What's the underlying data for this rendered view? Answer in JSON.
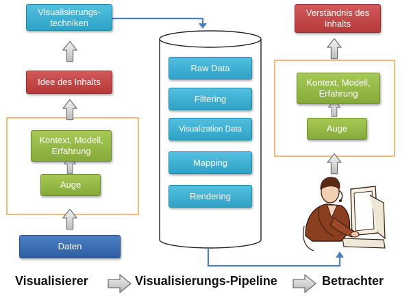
{
  "left": {
    "top_box": "Visualisierungs-\ntechniken",
    "idea_box": "Idee des Inhalts",
    "context_box": "Kontext, Modell,\nErfahrung",
    "eye_box": "Auge",
    "data_box": "Daten"
  },
  "pipeline": {
    "steps": [
      "Raw Data",
      "Filtering",
      "Visualization Data",
      "Mapping",
      "Rendering"
    ]
  },
  "right": {
    "top_box": "Verständnis des\nInhalts",
    "context_box": "Kontext, Modell,\nErfahrung",
    "eye_box": "Auge"
  },
  "captions": {
    "left": "Visualisierer",
    "middle": "Visualisierungs-Pipeline",
    "right": "Betrachter"
  },
  "colors": {
    "cyan": "#3fb1d4",
    "red": "#c44a4a",
    "green": "#97ba48",
    "blue": "#3b6db3",
    "frame": "#f2a04a",
    "connector": "#4a7ec2"
  },
  "icons": [
    "up-arrow-icon",
    "right-arrow-icon",
    "person-at-computer-icon"
  ]
}
